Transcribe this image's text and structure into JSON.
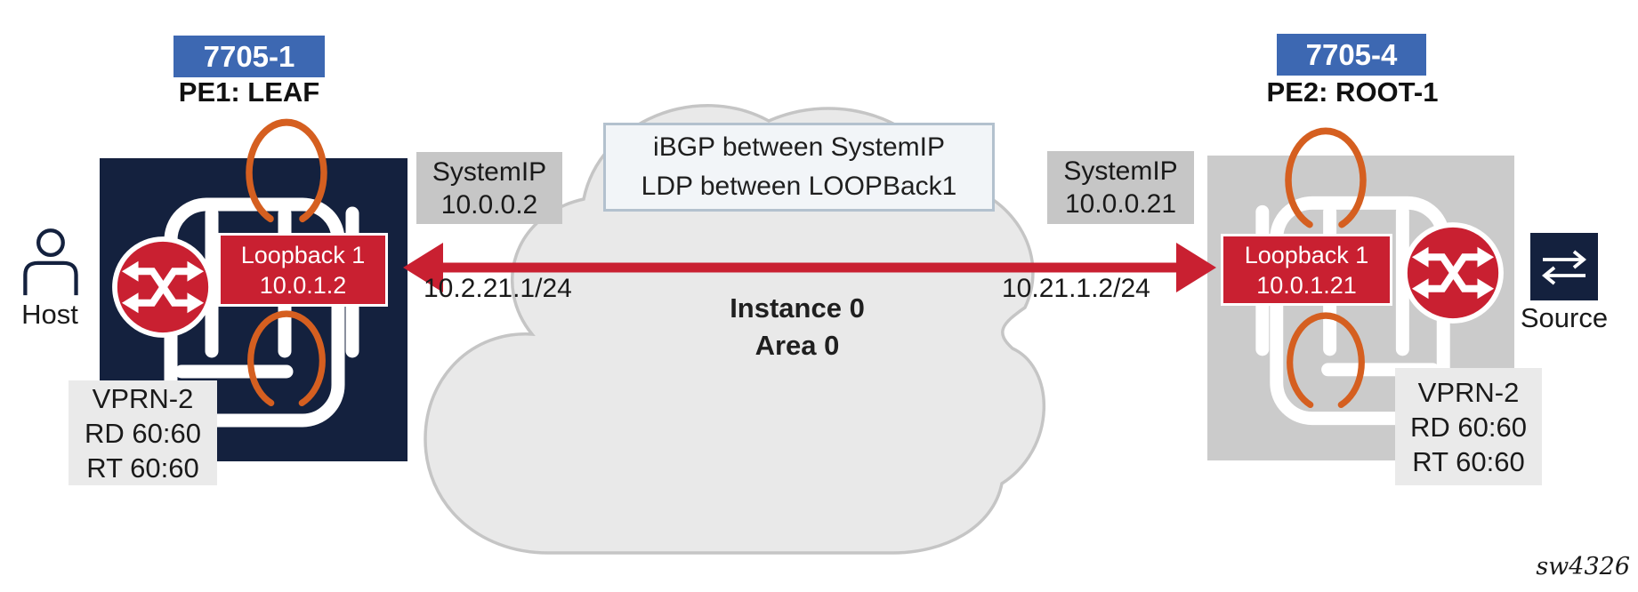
{
  "left_device": {
    "model": "7705-1",
    "role": "PE1: LEAF",
    "loopback_name": "Loopback 1",
    "loopback_ip": "10.0.1.2",
    "system_ip_label": "SystemIP",
    "system_ip": "10.0.0.2",
    "vprn_name": "VPRN-2",
    "vprn_rd": "RD 60:60",
    "vprn_rt": "RT 60:60",
    "endpoint": "Host"
  },
  "right_device": {
    "model": "7705-4",
    "role": "PE2: ROOT-1",
    "loopback_name": "Loopback 1",
    "loopback_ip": "10.0.1.21",
    "system_ip_label": "SystemIP",
    "system_ip": "10.0.0.21",
    "vprn_name": "VPRN-2",
    "vprn_rd": "RD 60:60",
    "vprn_rt": "RT 60:60",
    "endpoint": "Source"
  },
  "cloud": {
    "note_line1": "iBGP between SystemIP",
    "note_line2": "LDP between LOOPBack1",
    "instance": "Instance 0",
    "area": "Area 0"
  },
  "link": {
    "left_interface_ip": "10.2.21.1/24",
    "right_interface_ip": "10.21.1.2/24"
  },
  "watermark": "sw4326",
  "colors": {
    "navy": "#14213E",
    "red": "#C92031",
    "blue": "#3D68B2",
    "orange": "#D55F20",
    "gray_label": "#C6C6C6",
    "gray_device": "#CBCBCB",
    "light_label": "#EAEAEA",
    "cloud_fill": "#E9E9E9",
    "cloud_stroke": "#C5C5C5",
    "note_fill": "#F2F5F8",
    "note_border": "#B3C1CE",
    "text": "#1A1A1A"
  }
}
